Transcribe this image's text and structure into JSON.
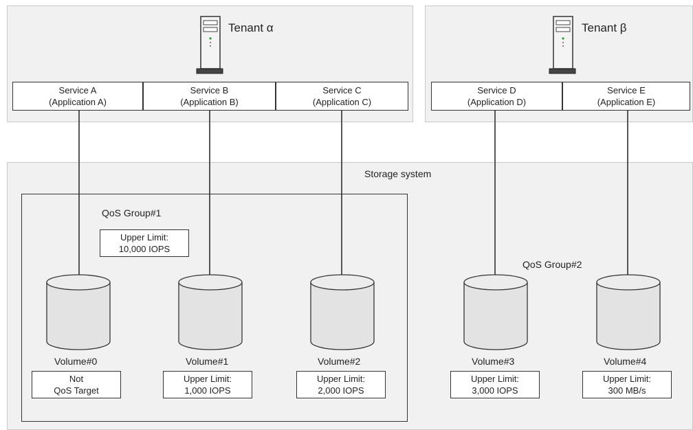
{
  "tenants": [
    {
      "name": "Tenant α"
    },
    {
      "name": "Tenant β"
    }
  ],
  "services": [
    {
      "line1": "Service  A",
      "line2": "(Application A)"
    },
    {
      "line1": "Service B",
      "line2": "(Application B)"
    },
    {
      "line1": "Service C",
      "line2": "(Application C)"
    },
    {
      "line1": "Service D",
      "line2": "(Application D)"
    },
    {
      "line1": "Service E",
      "line2": "(Application E)"
    }
  ],
  "storage": {
    "title": "Storage system"
  },
  "qos_groups": [
    {
      "title": "QoS Group#1",
      "limit_line1": "Upper Limit:",
      "limit_line2": "10,000 IOPS"
    },
    {
      "title": "QoS Group#2"
    }
  ],
  "volumes": [
    {
      "name": "Volume#0",
      "line1": "Not",
      "line2": "QoS Target"
    },
    {
      "name": "Volume#1",
      "line1": "Upper Limit:",
      "line2": "1,000 IOPS"
    },
    {
      "name": "Volume#2",
      "line1": "Upper Limit:",
      "line2": "2,000 IOPS"
    },
    {
      "name": "Volume#3",
      "line1": "Upper Limit:",
      "line2": "3,000 IOPS"
    },
    {
      "name": "Volume#4",
      "line1": "Upper Limit:",
      "line2": "300 MB/s"
    }
  ],
  "colors": {
    "panel": "#f1f1f1",
    "cylinder_top": "#e6e6e6",
    "line": "#555555"
  }
}
